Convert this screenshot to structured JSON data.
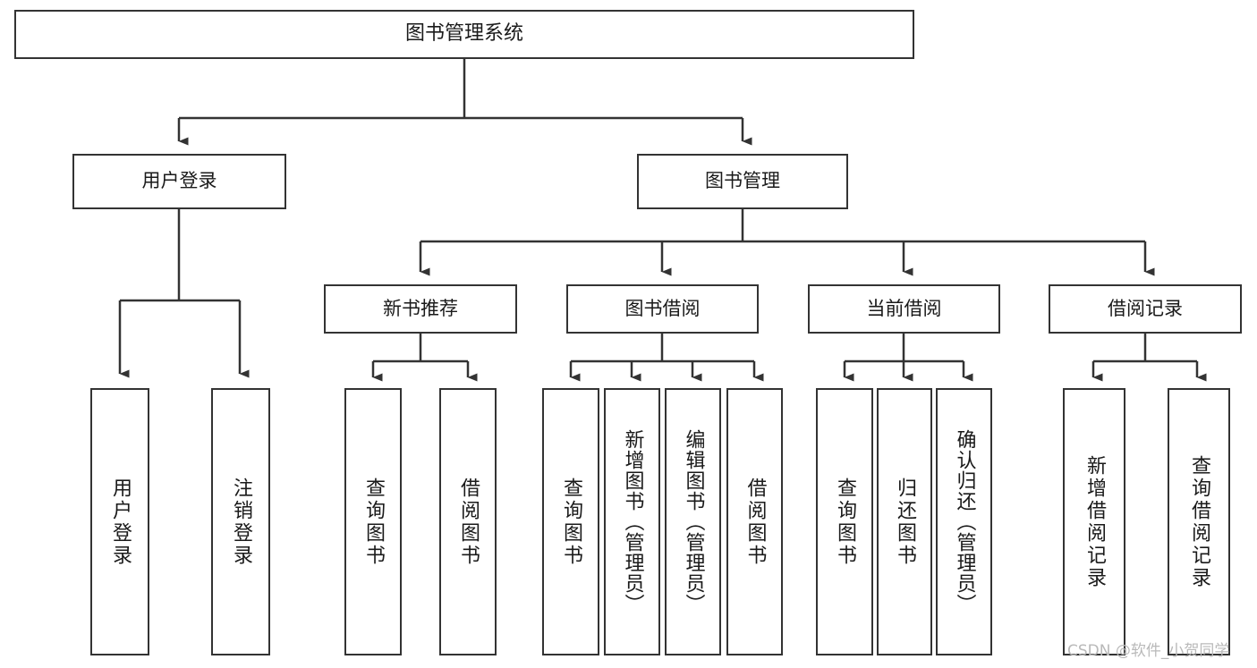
{
  "diagram": {
    "title": "图书管理系统",
    "type": "tree-hierarchy-chart",
    "root": {
      "id": "root",
      "label": "图书管理系统"
    },
    "level1": [
      {
        "id": "user-login",
        "label": "用户登录"
      },
      {
        "id": "book-manage",
        "label": "图书管理"
      }
    ],
    "level2": [
      {
        "id": "new-book-recommend",
        "label": "新书推荐",
        "parent": "book-manage"
      },
      {
        "id": "book-borrow",
        "label": "图书借阅",
        "parent": "book-manage"
      },
      {
        "id": "current-borrow",
        "label": "当前借阅",
        "parent": "book-manage"
      },
      {
        "id": "borrow-record",
        "label": "借阅记录",
        "parent": "book-manage"
      }
    ],
    "leaves": [
      {
        "id": "leaf-user-login",
        "label": "用户登录",
        "parent": "user-login"
      },
      {
        "id": "leaf-logout-login",
        "label": "注销登录",
        "parent": "user-login"
      },
      {
        "id": "leaf-query-book-1",
        "label": "查询图书",
        "parent": "new-book-recommend"
      },
      {
        "id": "leaf-borrow-book-1",
        "label": "借阅图书",
        "parent": "new-book-recommend"
      },
      {
        "id": "leaf-query-book-2",
        "label": "查询图书",
        "parent": "book-borrow"
      },
      {
        "id": "leaf-add-book-admin",
        "label": "新增图书（管理员）",
        "parent": "book-borrow"
      },
      {
        "id": "leaf-edit-book-admin",
        "label": "编辑图书（管理员）",
        "parent": "book-borrow"
      },
      {
        "id": "leaf-borrow-book-2",
        "label": "借阅图书",
        "parent": "book-borrow"
      },
      {
        "id": "leaf-query-book-3",
        "label": "查询图书",
        "parent": "current-borrow"
      },
      {
        "id": "leaf-return-book",
        "label": "归还图书",
        "parent": "current-borrow"
      },
      {
        "id": "leaf-confirm-return-admin",
        "label": "确认归还（管理员）",
        "parent": "current-borrow"
      },
      {
        "id": "leaf-add-borrow-record",
        "label": "新增借阅记录",
        "parent": "borrow-record"
      },
      {
        "id": "leaf-query-borrow-record",
        "label": "查询借阅记录",
        "parent": "borrow-record"
      }
    ],
    "colors": {
      "stroke": "#333333",
      "fill": "#ffffff",
      "text": "#1a1a1a",
      "watermark": "#b9b9b9"
    }
  },
  "watermark": {
    "text": "CSDN @软件_小贺同学"
  }
}
